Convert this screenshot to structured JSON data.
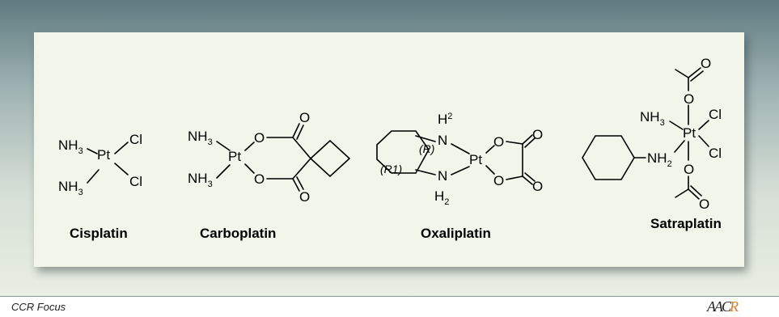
{
  "footer": {
    "label": "CCR Focus"
  },
  "molecules": [
    {
      "name": "Cisplatin"
    },
    {
      "name": "Carboplatin"
    },
    {
      "name": "Oxaliplatin",
      "stereo_labels": [
        "(R1)",
        "(R)"
      ]
    },
    {
      "name": "Satraplatin"
    }
  ],
  "atoms": {
    "ammonia": "NH",
    "amine": "NH",
    "platinum": "Pt",
    "chlorine": "Cl",
    "oxygen": "O",
    "nitrogen": "N",
    "hydrogen": "H",
    "subscript_3": "3",
    "subscript_2": "2"
  },
  "colors": {
    "panel": "#f2f5ea",
    "logo_accent": "#e07a2a"
  }
}
